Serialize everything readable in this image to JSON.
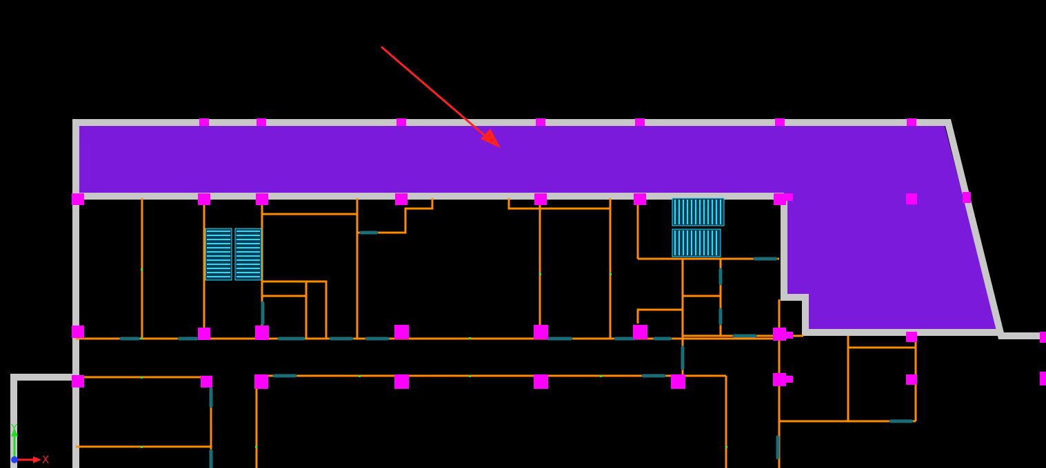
{
  "axes": {
    "x_label": "X",
    "y_label": "Y",
    "x_color": "#ff2020",
    "y_color": "#20e020",
    "origin_color": "#2040ff"
  },
  "colors": {
    "background": "#000000",
    "outer_wall": "#c8c8c8",
    "selected_room_fill": "#7b1adb",
    "partition_wall": "#ff8c00",
    "column": "#ff00ff",
    "door": "#1a6e78",
    "stair": "#1ee0ff",
    "arrow": "#ff2020"
  },
  "selection": {
    "room": "highlighted-corridor-room",
    "pointer": "red-arrow"
  }
}
